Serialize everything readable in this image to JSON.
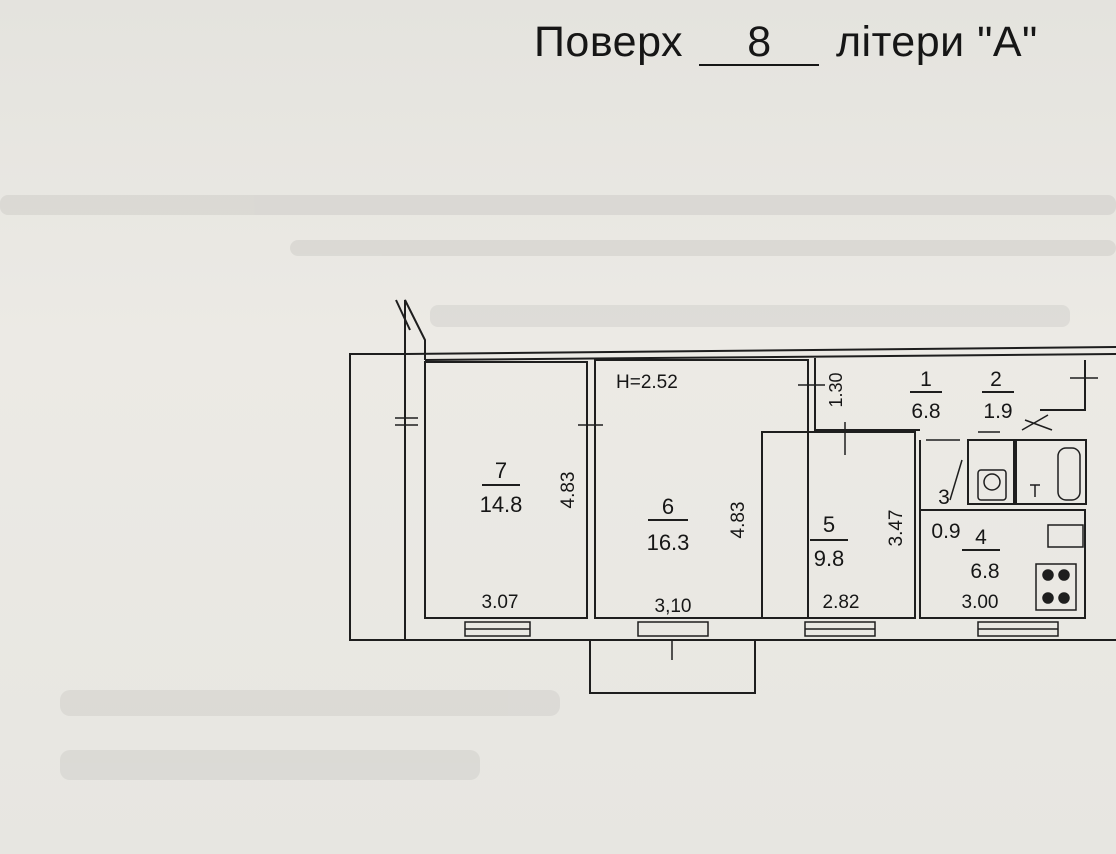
{
  "header": {
    "prefix": "Поверх",
    "floor_number": "8",
    "suffix": "літери \"А\""
  },
  "ceiling_height": "H=2.52",
  "rooms": [
    {
      "number": "7",
      "area": "14.8",
      "height_dim": "4.83",
      "width_dim": "3.07"
    },
    {
      "number": "6",
      "area": "16.3",
      "height_dim": "4.83",
      "width_dim": "3,10"
    },
    {
      "number": "5",
      "area": "9.8",
      "height_dim": "3.47",
      "width_dim": "2.82"
    },
    {
      "number": "4",
      "area": "6.8",
      "width_dim": "3.00"
    },
    {
      "number": "3",
      "area": "0.9"
    },
    {
      "number": "2",
      "area": "1.9"
    },
    {
      "number": "1",
      "area": "6.8"
    }
  ],
  "corridor_dim": "1.30"
}
